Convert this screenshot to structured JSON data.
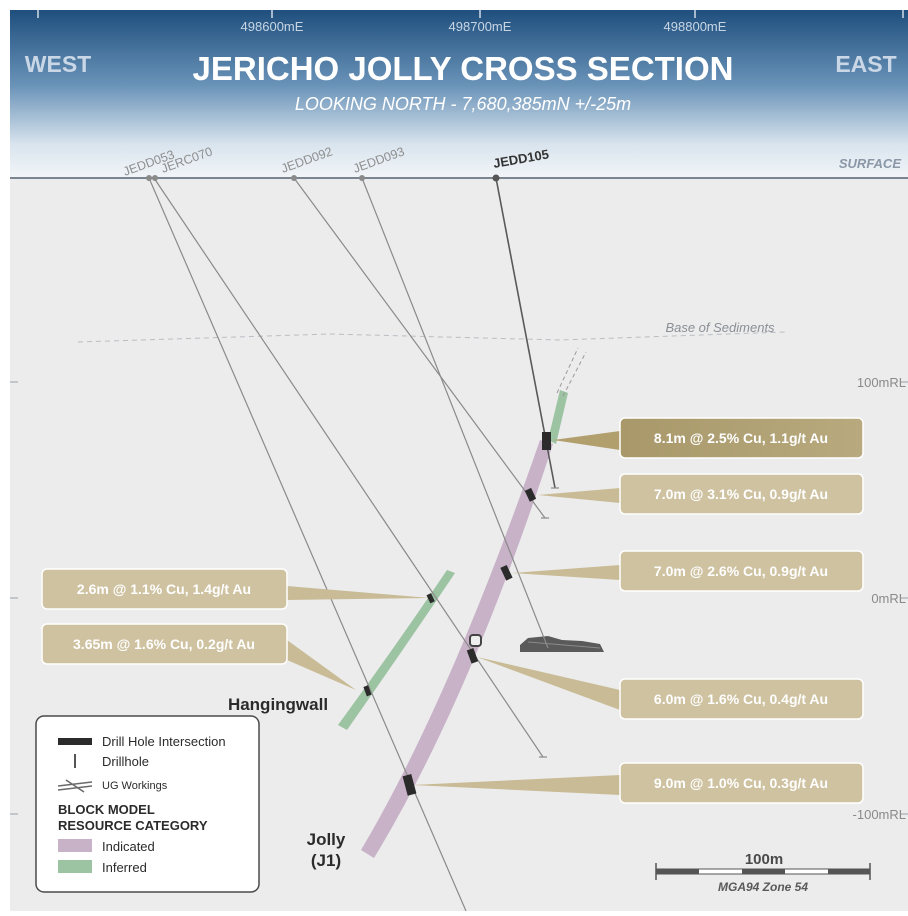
{
  "header": {
    "title": "JERICHO JOLLY CROSS SECTION",
    "subtitle": "LOOKING NORTH - 7,680,385mN +/-25m",
    "west": "WEST",
    "east": "EAST",
    "surface": "SURFACE",
    "eastings": [
      "498600mE",
      "498700mE",
      "498800mE"
    ]
  },
  "rl_labels": [
    "100mRL",
    "0mRL",
    "-100mRL"
  ],
  "base_of_sediments": "Base of Sediments",
  "drillholes": [
    "JEDD053",
    "JERC070",
    "JEDD092",
    "JEDD093",
    "JEDD105"
  ],
  "intercepts": [
    "8.1m @ 2.5% Cu, 1.1g/t Au",
    "7.0m @ 3.1% Cu, 0.9g/t Au",
    "7.0m @ 2.6% Cu, 0.9g/t Au",
    "2.6m @ 1.1% Cu, 1.4g/t Au",
    "3.65m @ 1.6% Cu, 0.2g/t Au",
    "6.0m @ 1.6% Cu, 0.4g/t Au",
    "9.0m @ 1.0% Cu, 0.3g/t Au"
  ],
  "zones": {
    "hangingwall": "Hangingwall",
    "jolly_line1": "Jolly",
    "jolly_line2": "(J1)"
  },
  "legend": {
    "intersection": "Drill Hole Intersection",
    "drillhole": "Drillhole",
    "ug": "UG Workings",
    "heading_line1": "BLOCK MODEL",
    "heading_line2": "RESOURCE CATEGORY",
    "indicated": "Indicated",
    "inferred": "Inferred"
  },
  "scale": {
    "label": "100m",
    "zone": "MGA94 Zone 54"
  },
  "colors": {
    "indicated": "#c8b2c8",
    "inferred": "#9cc3a2",
    "callout_highlight": "#a8986a",
    "callout": "#cfc2a1",
    "header_top": "#1f4f7e"
  }
}
